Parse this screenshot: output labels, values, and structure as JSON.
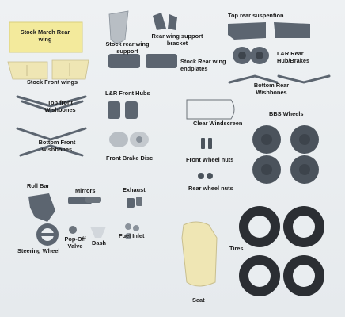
{
  "labels": {
    "stock_march_rear_wing": "Stock March Rear\nwing",
    "stock_rear_wing_support": "Stock rear wing\nsupport",
    "rear_wing_support_bracket": "Rear wing support\nbracket",
    "top_rear_suspention": "Top rear suspention",
    "lr_rear_hub_brakes": "L&R Rear\nHub/Brakes",
    "stock_rear_wing_endplates": "Stock Rear wing\nendplates",
    "stock_front_wings": "Stock Front wings",
    "top_front_wishbones": "Top front\nWishbones",
    "lr_front_hubs": "L&R Front Hubs",
    "bottom_rear_wishbones": "Bottom Rear\nWishbones",
    "clear_windscreen": "Clear Windscreen",
    "bbs_wheels": "BBS Wheels",
    "bottom_front_wishbones": "Bottom Front\nwishbones",
    "front_brake_disc": "Front Brake Disc",
    "front_wheel_nuts": "Front Wheel nuts",
    "rear_wheel_nuts": "Rear wheel nuts",
    "roll_bar": "Roll Bar",
    "mirrors": "Mirrors",
    "exhaust": "Exhaust",
    "tires": "Tires",
    "steering_wheel": "Steering Wheel",
    "pop_off_valve": "Pop-Off\nValve",
    "dash": "Dash",
    "fuel_inlet": "Fuel Inlet",
    "seat": "Seat"
  },
  "colors": {
    "resin_cream": "#efe6b4",
    "resin_grey": "#5c6570",
    "resin_grey_light": "#8a929b",
    "rubber": "#2b2e33",
    "background": "#e9edf0"
  }
}
